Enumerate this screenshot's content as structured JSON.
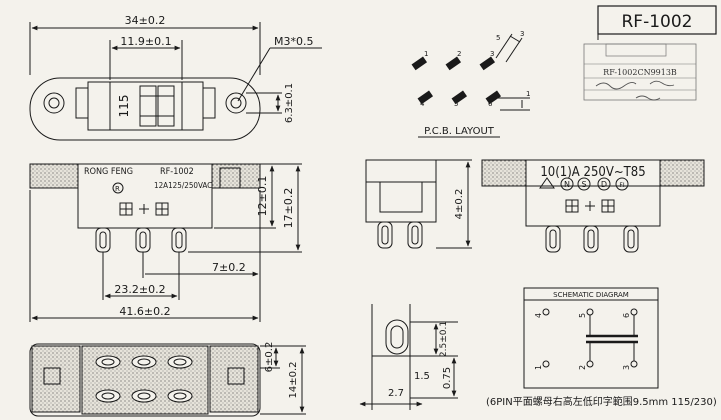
{
  "title_block": {
    "model": "RF-1002"
  },
  "stamp": {
    "line1": "RF-1002CN9913B"
  },
  "top_view": {
    "dim_overall": "34±0.2",
    "dim_inner": "11.9±0.1",
    "dim_screw": "M3*0.5",
    "dim_height": "6.3±0.1",
    "switch_label": "115"
  },
  "front_view": {
    "brand": "RONG FENG",
    "model": "RF-1002",
    "rating": "12A125/250VAC",
    "ul_mark": "R",
    "dim_body_height": "12±0.1",
    "dim_total_height": "17±0.2",
    "dim_pin_pitch": "7±0.2",
    "dim_pin_span": "23.2±0.2",
    "dim_total_width": "41.6±0.2"
  },
  "pcb_layout": {
    "title": "P.C.B. LAYOUT",
    "pins": [
      "1",
      "2",
      "3",
      "4",
      "5",
      "6"
    ],
    "dim_a": "5",
    "dim_b": "3",
    "dim_c": "1"
  },
  "side_view": {
    "dim_height": "4±0.2"
  },
  "rear_view": {
    "rating": "10(1)A 250V~T85",
    "marks": [
      "N",
      "S",
      "D",
      "FI"
    ]
  },
  "terminal_detail": {
    "dim_width": "2.7",
    "dim_a": "2.5±0.1",
    "dim_b": "1.5",
    "dim_c": "0.75"
  },
  "bottom_view": {
    "dim_a": "6±0.2",
    "dim_b": "14±0.2"
  },
  "schematic": {
    "title": "SCHEMATIC DIAGRAM",
    "pins_top": [
      "4",
      "5",
      "6"
    ],
    "pins_bottom": [
      "1",
      "2",
      "3"
    ]
  },
  "footnote": "(6PIN平面螺母右高左低印字範围9.5mm  115/230)"
}
